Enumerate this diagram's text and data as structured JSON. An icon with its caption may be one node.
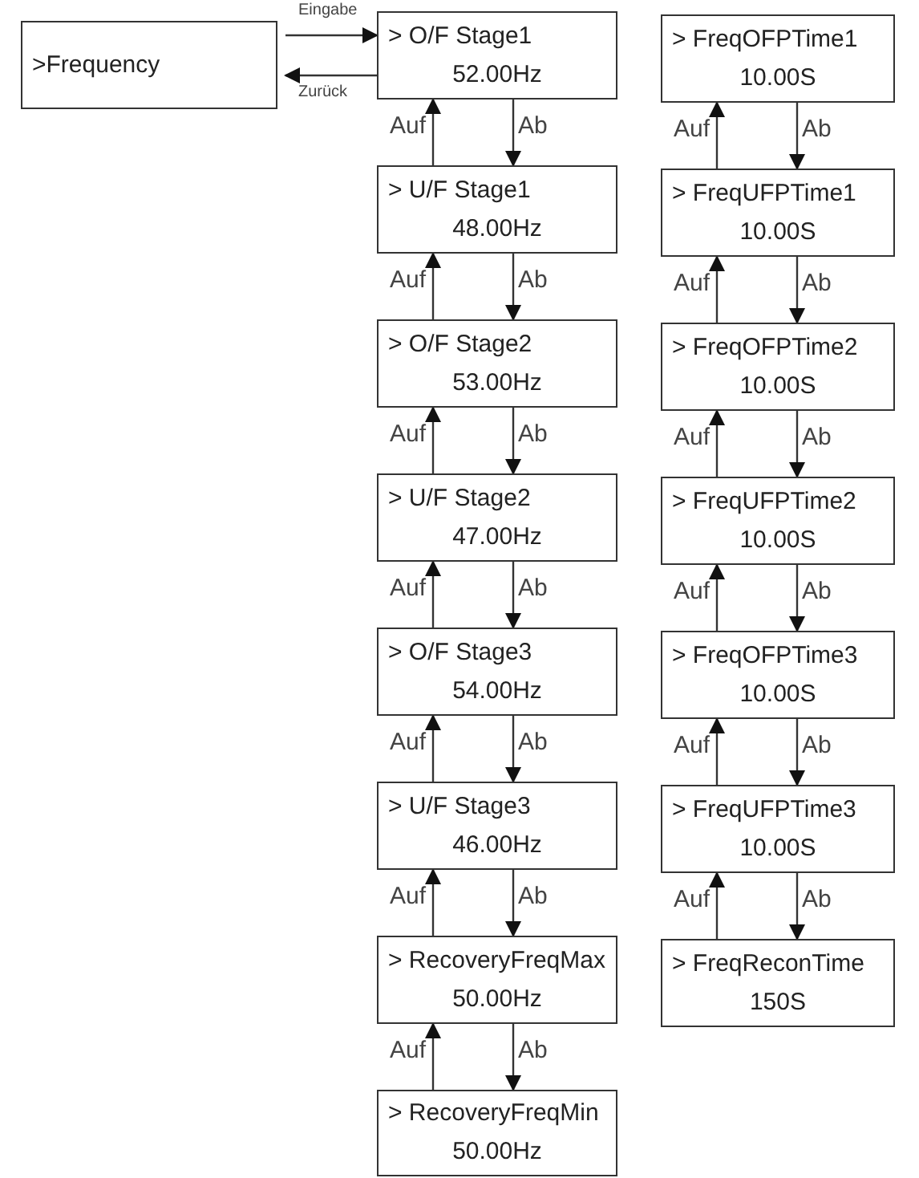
{
  "diagram": {
    "nodes": [
      {
        "text": [
          ">Frequency"
        ]
      },
      {
        "text": [
          "> O/F Stage1",
          "52.00Hz"
        ]
      },
      {
        "text": [
          "> U/F Stage1",
          "48.00Hz"
        ]
      },
      {
        "text": [
          "> O/F Stage2",
          "53.00Hz"
        ]
      },
      {
        "text": [
          "> U/F Stage2",
          "47.00Hz"
        ]
      },
      {
        "text": [
          "> O/F Stage3",
          "54.00Hz"
        ]
      },
      {
        "text": [
          "> U/F Stage3",
          "46.00Hz"
        ]
      },
      {
        "text": [
          "> RecoveryFreqMax",
          "50.00Hz"
        ]
      },
      {
        "text": [
          "> RecoveryFreqMin",
          "50.00Hz"
        ]
      },
      {
        "text": [
          "> FreqOFPTime1",
          "10.00S"
        ]
      },
      {
        "text": [
          "> FreqUFPTime1",
          "10.00S"
        ]
      },
      {
        "text": [
          "> FreqOFPTime2",
          "10.00S"
        ]
      },
      {
        "text": [
          "> FreqUFPTime2",
          "10.00S"
        ]
      },
      {
        "text": [
          "> FreqOFPTime3",
          "10.00S"
        ]
      },
      {
        "text": [
          "> FreqUFPTime3",
          "10.00S"
        ]
      },
      {
        "text": [
          "> FreqReconTime",
          "150S"
        ]
      }
    ],
    "edges": [
      {
        "from": 0,
        "to": 1,
        "arrow": "to",
        "label": "Eingabe"
      },
      {
        "from": 1,
        "to": 0,
        "arrow": "to",
        "label": "Zurück"
      },
      {
        "from": 2,
        "to": 1,
        "arrow": "to",
        "label": "Auf"
      },
      {
        "from": 1,
        "to": 2,
        "arrow": "to",
        "label": "Ab"
      },
      {
        "from": 3,
        "to": 2,
        "arrow": "to",
        "label": "Auf"
      },
      {
        "from": 2,
        "to": 3,
        "arrow": "to",
        "label": "Ab"
      },
      {
        "from": 4,
        "to": 3,
        "arrow": "to",
        "label": "Auf"
      },
      {
        "from": 3,
        "to": 4,
        "arrow": "to",
        "label": "Ab"
      },
      {
        "from": 5,
        "to": 4,
        "arrow": "to",
        "label": "Auf"
      },
      {
        "from": 4,
        "to": 5,
        "arrow": "to",
        "label": "Ab"
      },
      {
        "from": 6,
        "to": 5,
        "arrow": "to",
        "label": "Auf"
      },
      {
        "from": 5,
        "to": 6,
        "arrow": "to",
        "label": "Ab"
      },
      {
        "from": 7,
        "to": 6,
        "arrow": "to",
        "label": "Auf"
      },
      {
        "from": 6,
        "to": 7,
        "arrow": "to",
        "label": "Ab"
      },
      {
        "from": 8,
        "to": 7,
        "arrow": "to",
        "label": "Auf"
      },
      {
        "from": 7,
        "to": 8,
        "arrow": "to",
        "label": "Ab"
      },
      {
        "from": 10,
        "to": 9,
        "arrow": "to",
        "label": "Auf"
      },
      {
        "from": 9,
        "to": 10,
        "arrow": "to",
        "label": "Ab"
      },
      {
        "from": 11,
        "to": 10,
        "arrow": "to",
        "label": "Auf"
      },
      {
        "from": 10,
        "to": 11,
        "arrow": "to",
        "label": "Ab"
      },
      {
        "from": 12,
        "to": 11,
        "arrow": "to",
        "label": "Auf"
      },
      {
        "from": 11,
        "to": 12,
        "arrow": "to",
        "label": "Ab"
      },
      {
        "from": 13,
        "to": 12,
        "arrow": "to",
        "label": "Auf"
      },
      {
        "from": 12,
        "to": 13,
        "arrow": "to",
        "label": "Ab"
      },
      {
        "from": 14,
        "to": 13,
        "arrow": "to",
        "label": "Auf"
      },
      {
        "from": 13,
        "to": 14,
        "arrow": "to",
        "label": "Ab"
      },
      {
        "from": 15,
        "to": 14,
        "arrow": "to",
        "label": "Auf"
      },
      {
        "from": 14,
        "to": 15,
        "arrow": "to",
        "label": "Ab"
      }
    ]
  }
}
